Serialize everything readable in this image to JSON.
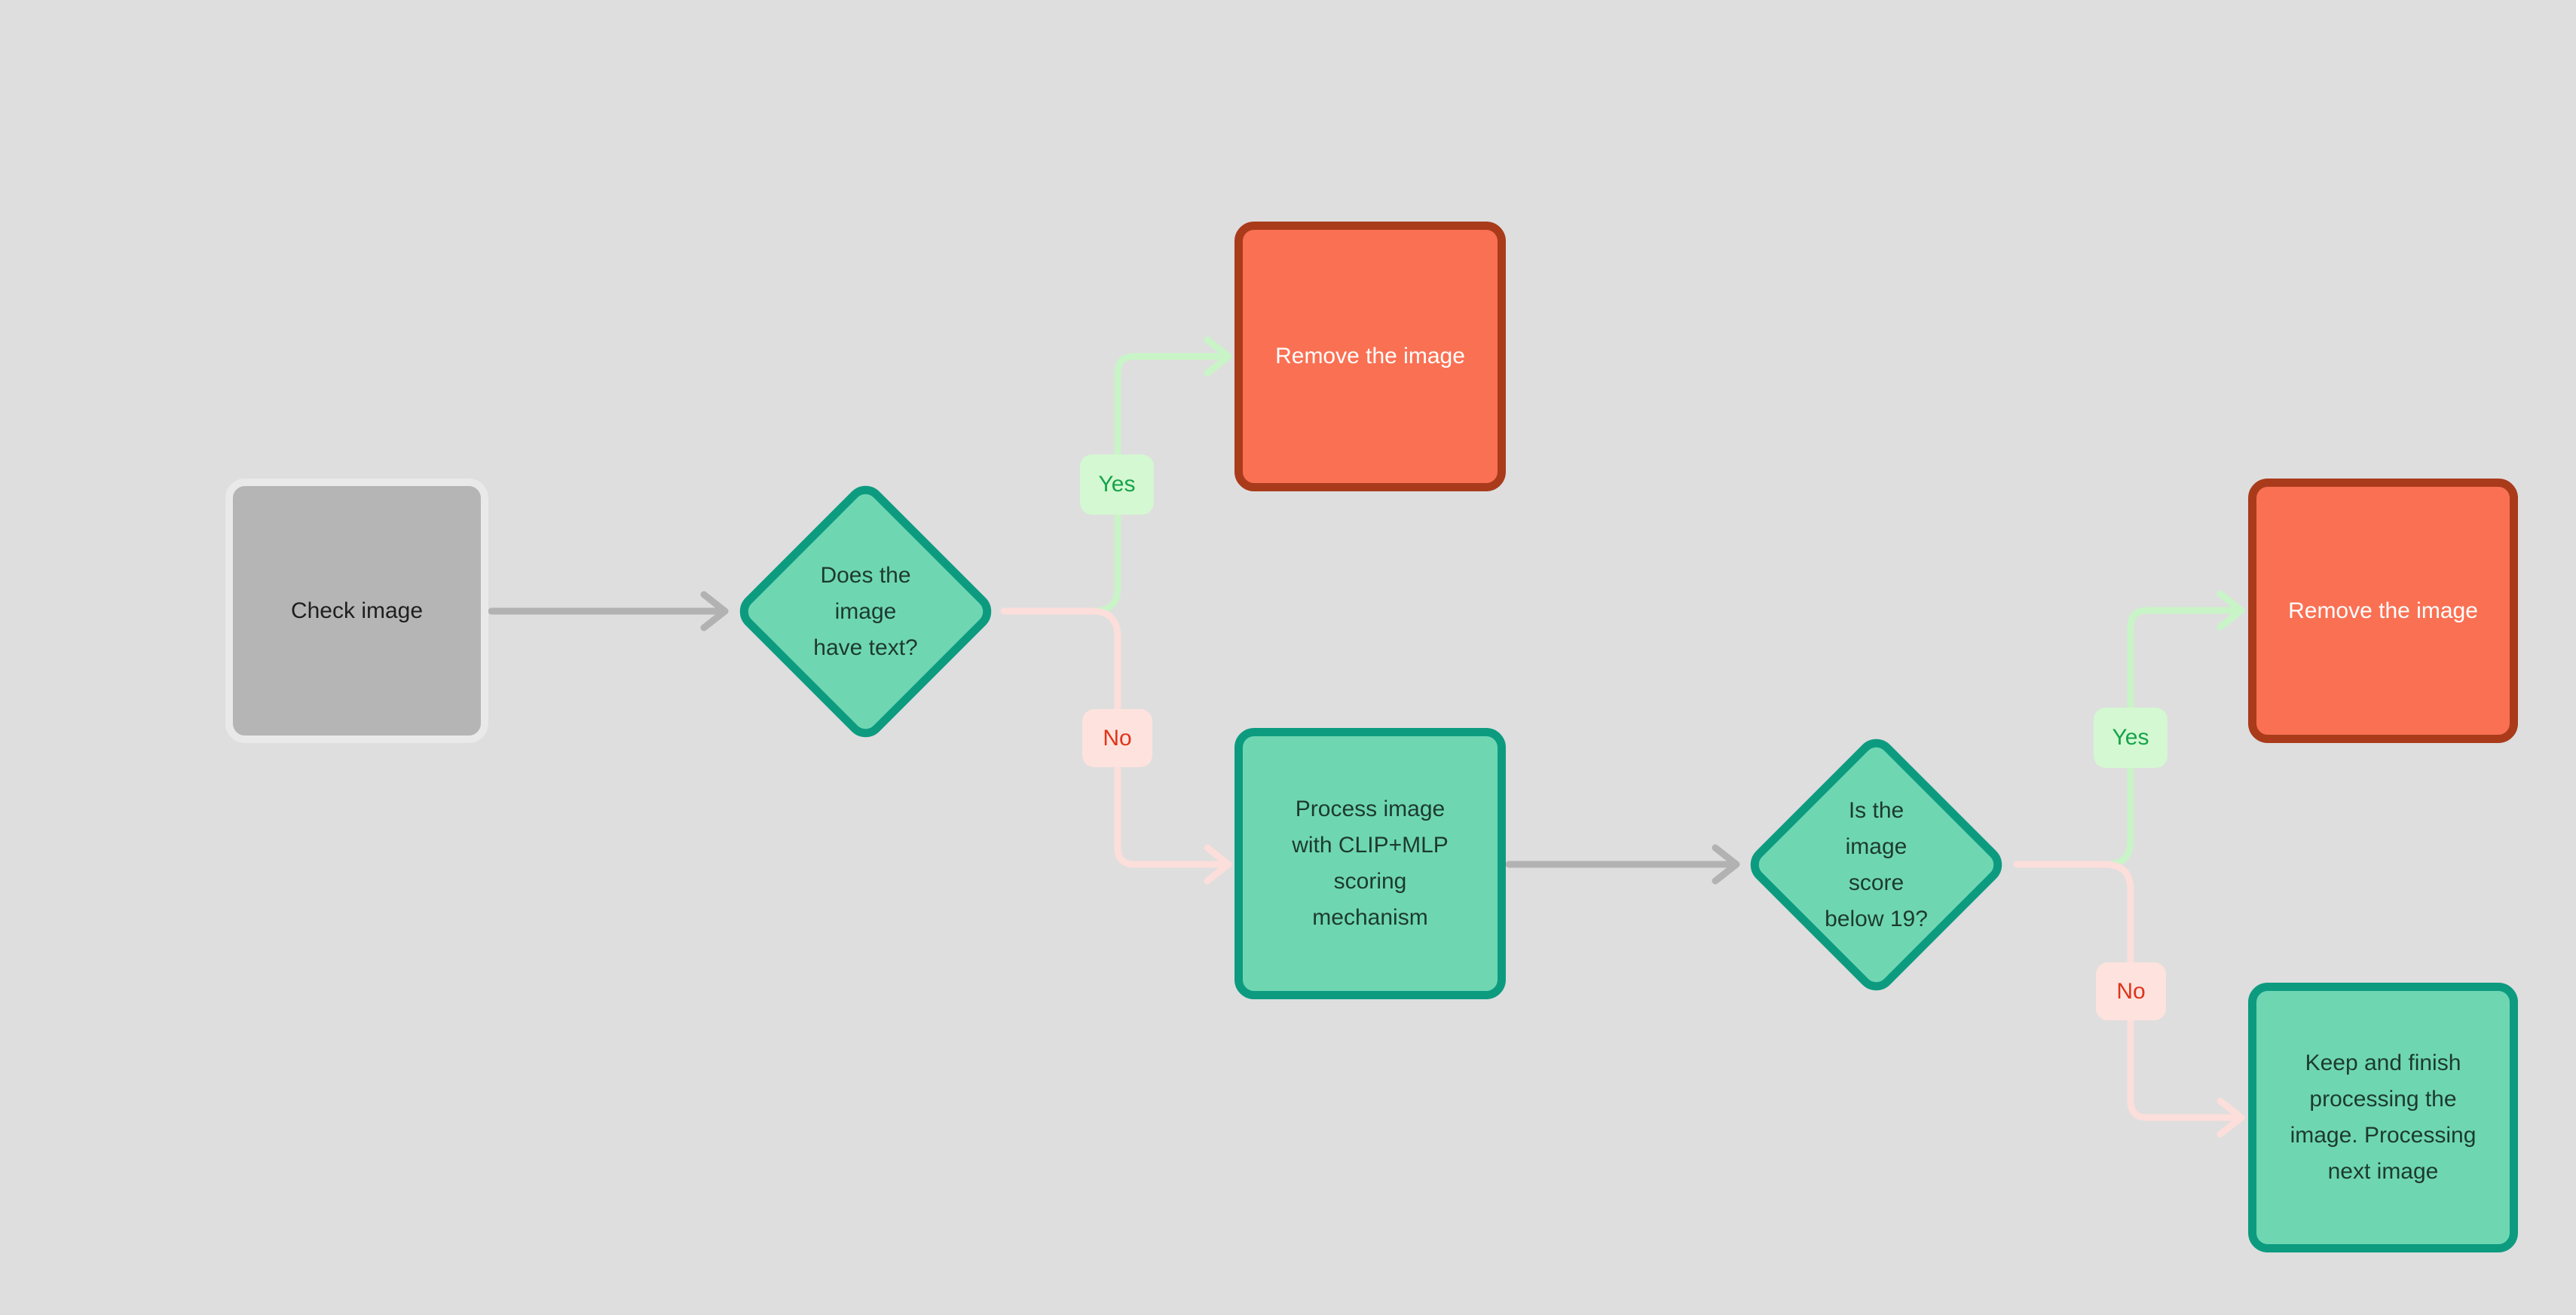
{
  "diagram": {
    "nodes": {
      "check": {
        "label": "Check image"
      },
      "decision_has_text": {
        "label": "Does the\nimage\nhave text?"
      },
      "remove_top": {
        "label": "Remove the image"
      },
      "process_clip_mlp": {
        "label": "Process image\nwith CLIP+MLP\nscoring\nmechanism"
      },
      "decision_score_below_19": {
        "label": "Is the\nimage\nscore\nbelow 19?"
      },
      "remove_right": {
        "label": "Remove the image"
      },
      "keep_finish": {
        "label": "Keep and finish\nprocessing the\nimage. Processing\nnext image"
      }
    },
    "edge_labels": {
      "yes1": {
        "label": "Yes"
      },
      "no1": {
        "label": "No"
      },
      "yes2": {
        "label": "Yes"
      },
      "no2": {
        "label": "No"
      }
    }
  },
  "colors": {
    "canvas_bg": "#dedede",
    "gray_fill": "#b5b5b5",
    "gray_node_border": "#e9e9e9",
    "gray_node_text": "#1f1f1f",
    "teal_fill": "#6ed7b2",
    "teal_border": "#0d9b80",
    "dark_text": "#1d3a31",
    "orange_fill": "#fa7053",
    "orange_border": "#a93b1b",
    "orange_text": "#ffffff",
    "green_line": "#c9f4c7",
    "green_label_bg": "#d4f8d2",
    "green_label_text": "#16a34a",
    "pink_line": "#fcdeda",
    "pink_label_bg": "#fee2de",
    "pink_label_text": "#de3418",
    "gray_line": "#b2b2b2"
  }
}
